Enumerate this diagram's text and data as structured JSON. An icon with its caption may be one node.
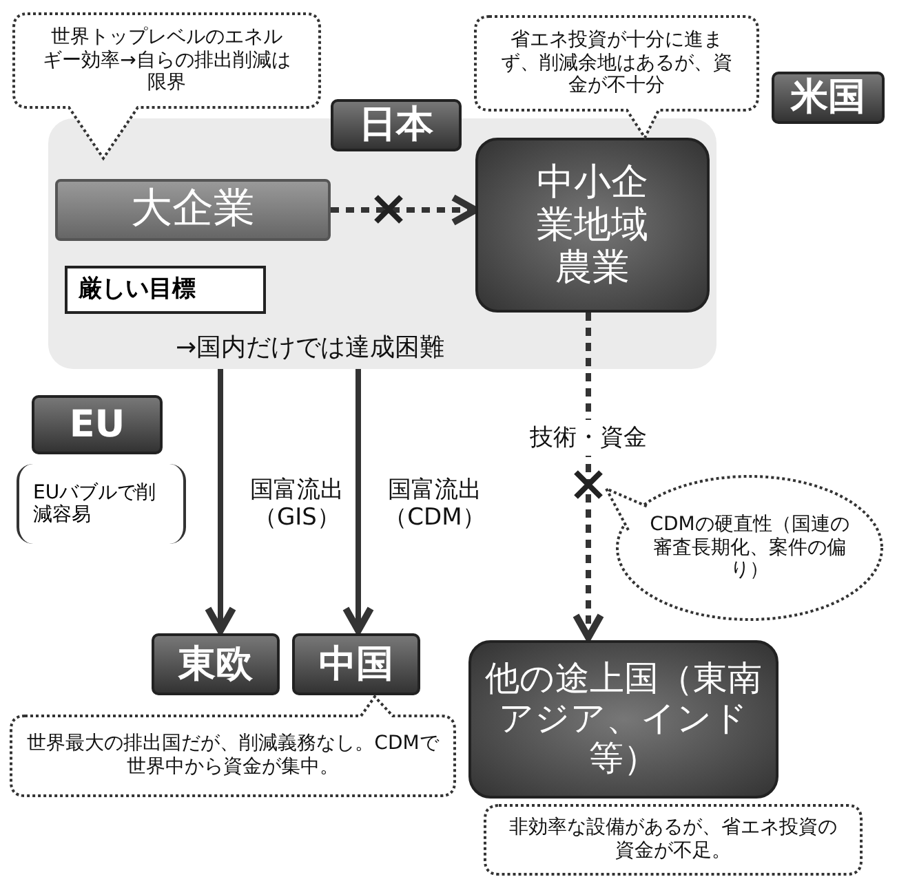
{
  "diagram": {
    "nodes": [
      {
        "text": [
          "世界トップレベルのエネルギー効率→自らの排出削減は限界"
        ]
      },
      {
        "text": [],
        "shape": "box"
      },
      {
        "text": [
          "日本"
        ]
      },
      {
        "text": [
          "大企業"
        ],
        "in": 1
      },
      {
        "text": [
          "厳しい目標"
        ],
        "in": 1
      },
      {
        "text": [
          "中小企業地域農業"
        ],
        "in": 1
      },
      {
        "text": [
          "省エネ投資が十分に進まず、削減余地はあるが、資金が不十分"
        ]
      },
      {
        "text": [
          "米国"
        ]
      },
      {
        "text": [
          "EU"
        ]
      },
      {
        "text": [
          "EUバブルで削減容易"
        ]
      },
      {
        "text": [
          "東欧"
        ]
      },
      {
        "text": [
          "中国"
        ]
      },
      {
        "text": [
          "世界最大の排出国だが、削減義務なし。CDMで世界中から資金が集中。"
        ]
      },
      {
        "text": [
          "他の途上国（東南アジア、インド等）"
        ]
      },
      {
        "text": [
          "CDMの硬直性（国連の審査長期化、案件の偏り）"
        ]
      },
      {
        "text": [
          "非効率な設備があるが、省エネ投資の資金が不足。"
        ]
      }
    ],
    "edges": [
      {
        "from": 3,
        "to": 5,
        "arrow": "to",
        "style": "dashed"
      },
      {
        "from": 1,
        "to": 10,
        "arrow": "to",
        "label": "国富流出（GIS）"
      },
      {
        "from": 1,
        "to": 11,
        "arrow": "to",
        "label": "国富流出（CDM）"
      },
      {
        "from": 5,
        "to": 13,
        "arrow": "to",
        "style": "dashed",
        "label": "技術・資金"
      }
    ],
    "labels": [
      "→国内だけでは達成困難"
    ]
  }
}
